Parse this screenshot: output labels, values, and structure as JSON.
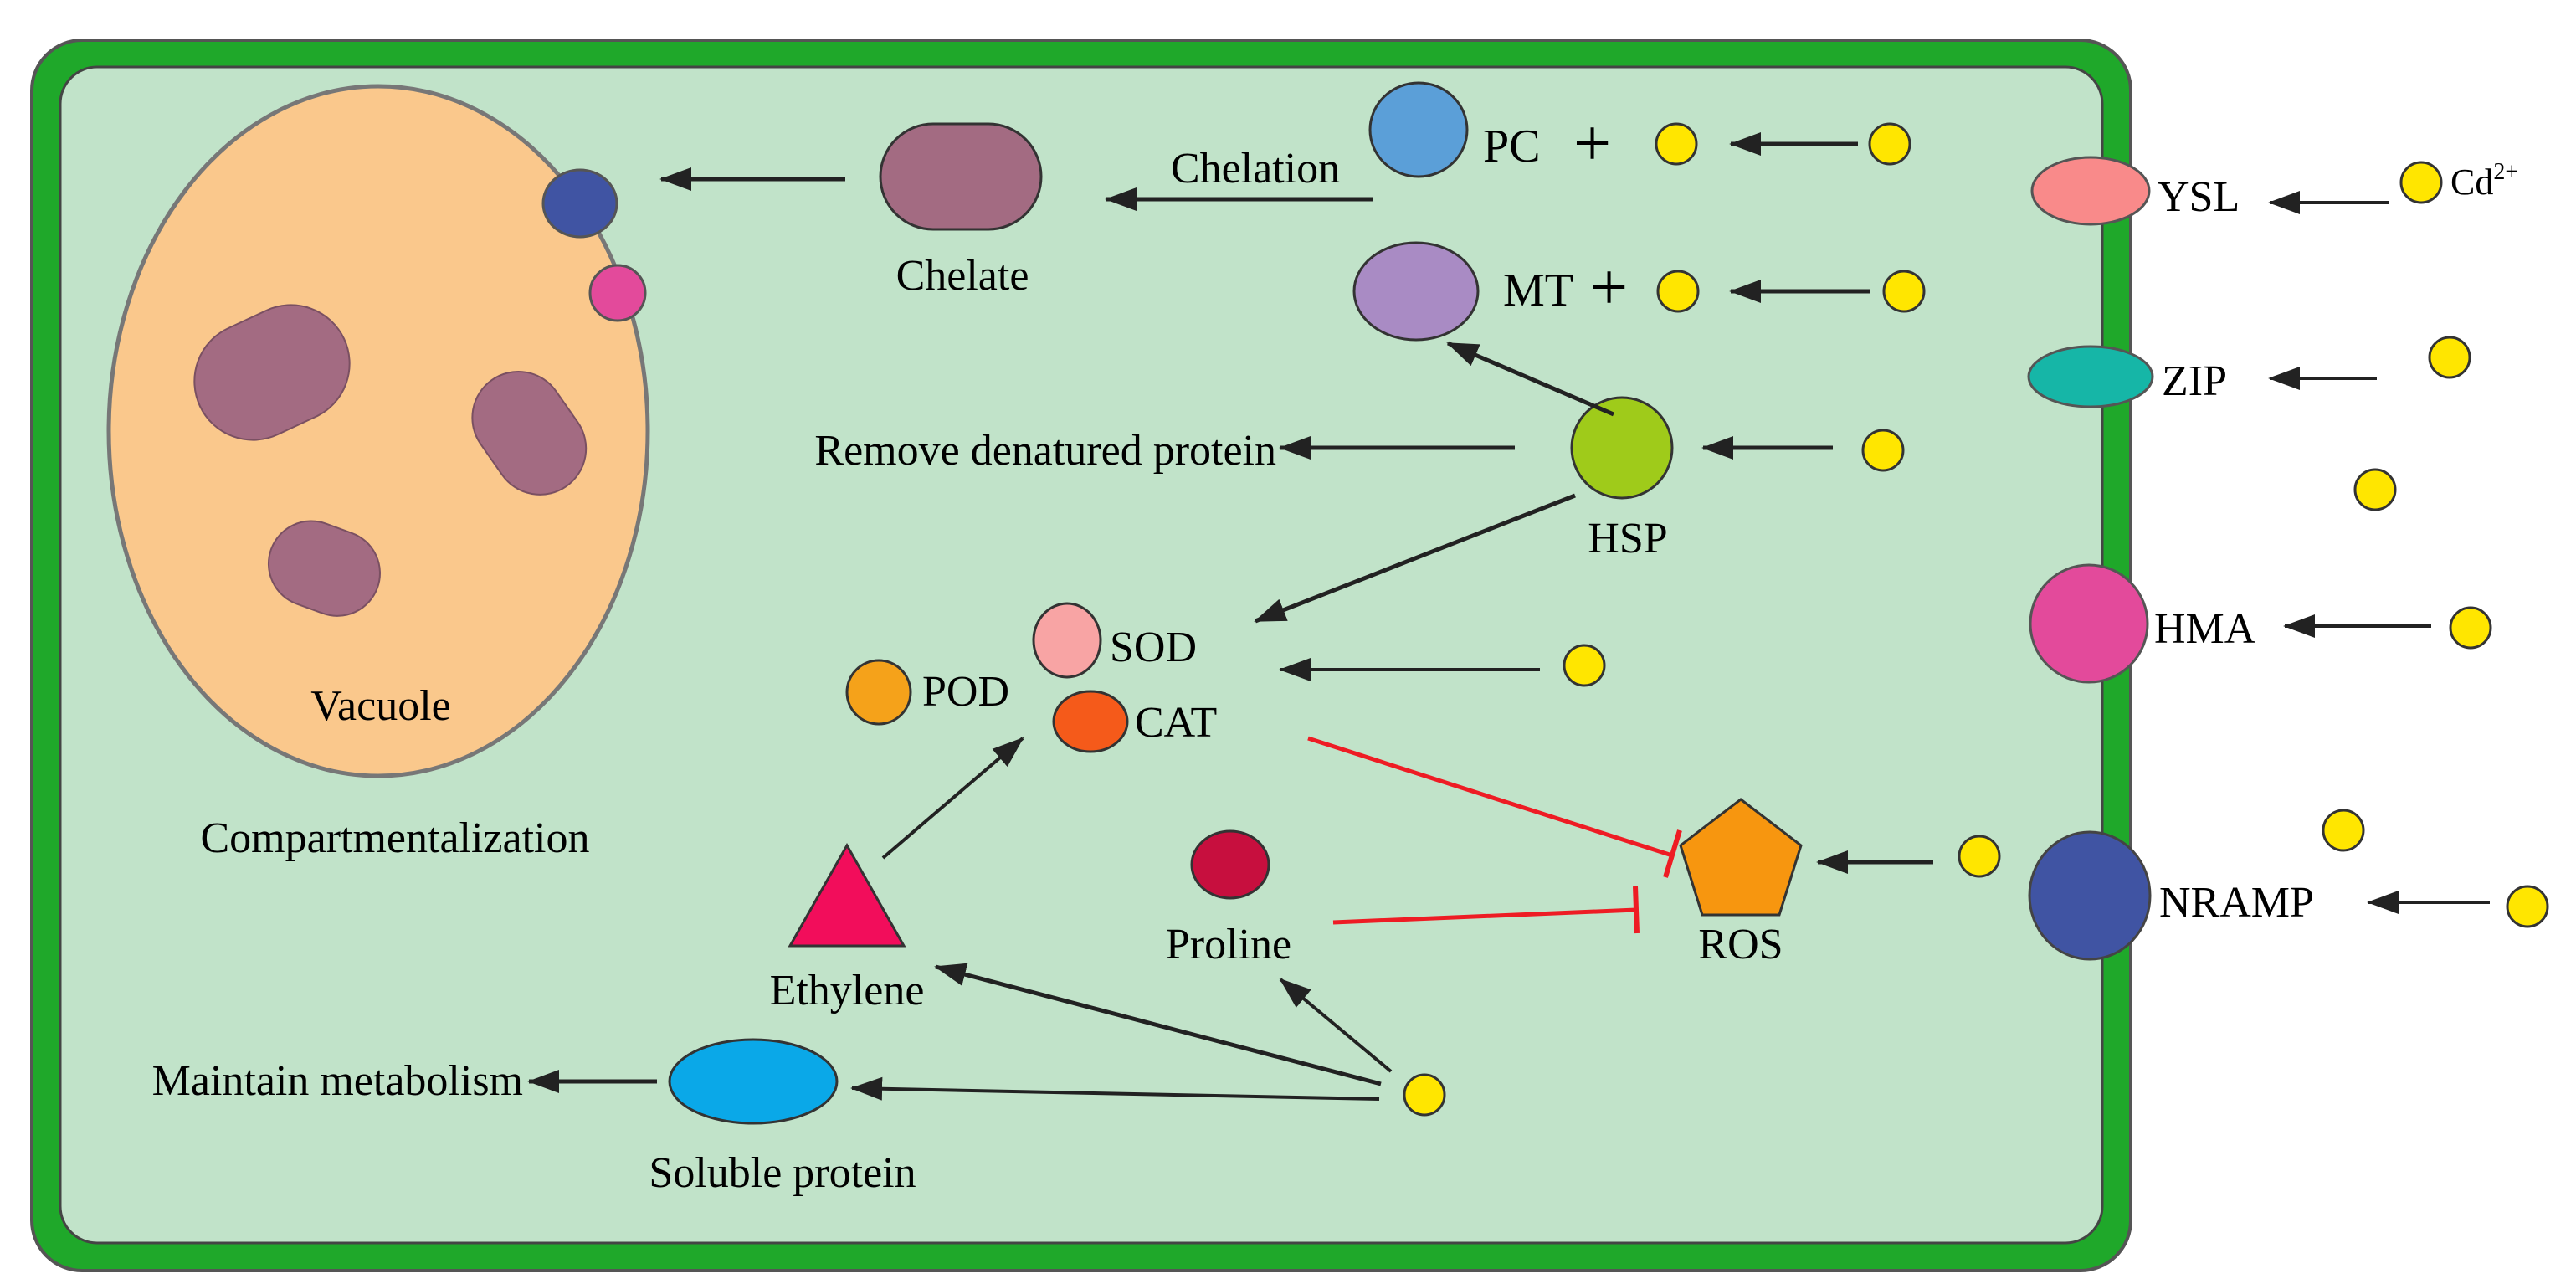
{
  "labels": {
    "chelation": "Chelation",
    "chelate": "Chelate",
    "pc": "PC",
    "mt": "MT",
    "plus": "+",
    "hsp": "HSP",
    "remove_denatured": "Remove denatured protein",
    "sod": "SOD",
    "pod": "POD",
    "cat": "CAT",
    "vacuole": "Vacuole",
    "compartmentalization": "Compartmentalization",
    "ethylene": "Ethylene",
    "proline": "Proline",
    "ros": "ROS",
    "soluble_protein": "Soluble protein",
    "maintain_metabolism": "Maintain metabolism"
  },
  "transporters": {
    "ysl": "YSL",
    "zip": "ZIP",
    "hma": "HMA",
    "nramp": "NRAMP"
  },
  "ion": {
    "symbol": "Cd",
    "charge": "2+"
  },
  "colors": {
    "cell_wall": "#1fa82a",
    "cytoplasm": "#c1e3c9",
    "vacuole": "#fac88c",
    "vacuole_body": "#a36b82",
    "cd_ion": "#ffe600",
    "pc": "#5b9fd8",
    "mt": "#a98bc4",
    "hsp": "#9fcb1a",
    "sod": "#f8a4a4",
    "pod": "#f5a21a",
    "cat": "#f55a1a",
    "ethylene": "#f20d5b",
    "proline": "#c70f3e",
    "ros": "#f7960f",
    "soluble_protein": "#0aa8e8",
    "ysl": "#f98a8a",
    "zip": "#16b6a7",
    "hma": "#e34a9b",
    "nramp": "#4054a3",
    "inhibit": "#ee1c24"
  }
}
